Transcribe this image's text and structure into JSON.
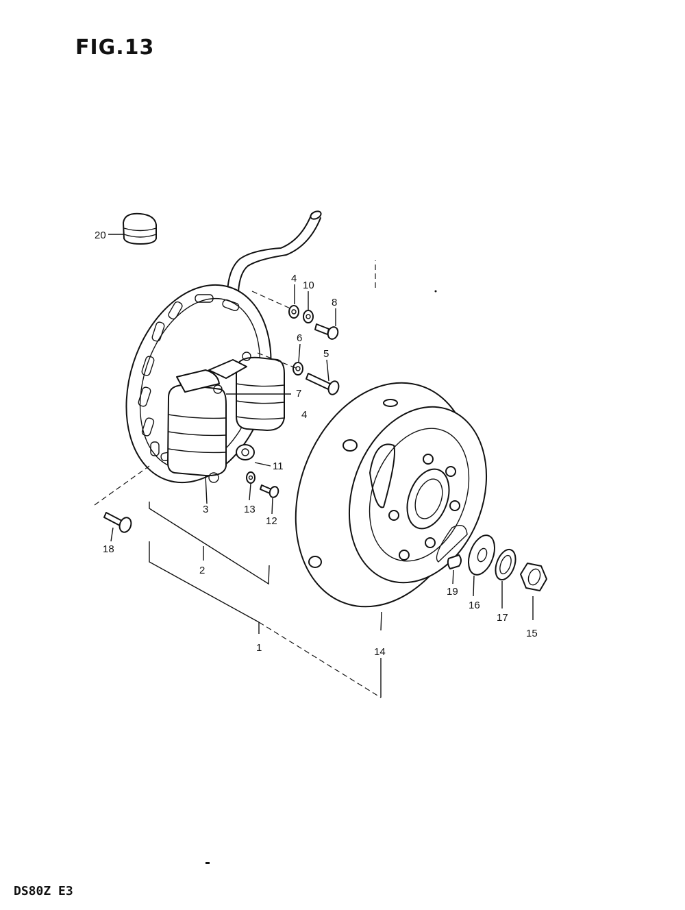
{
  "figure": {
    "title": "FIG.13",
    "model_code": "DS80Z E3"
  },
  "callouts": {
    "p1": "1",
    "p2": "2",
    "p3": "3",
    "p4": "4",
    "p4b": "4",
    "p5": "5",
    "p6": "6",
    "p7": "7",
    "p8": "8",
    "p10": "10",
    "p11": "11",
    "p12": "12",
    "p13": "13",
    "p14": "14",
    "p15": "15",
    "p16": "16",
    "p17": "17",
    "p18": "18",
    "p19": "19",
    "p20": "20"
  }
}
